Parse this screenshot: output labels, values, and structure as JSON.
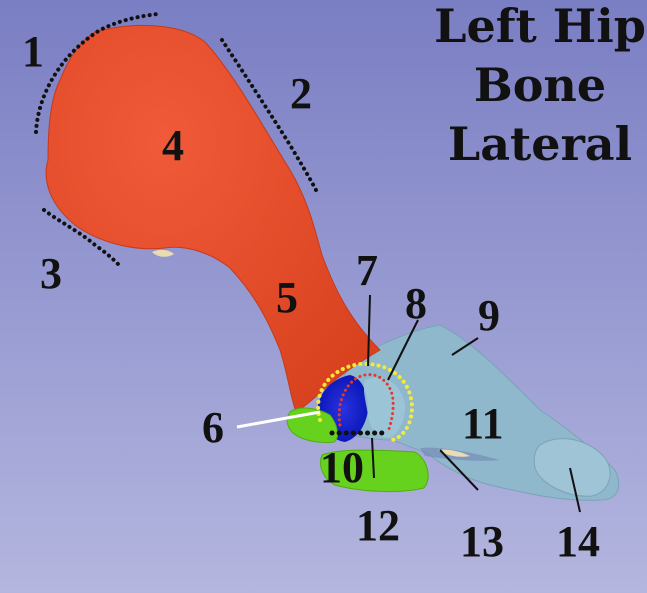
{
  "title": {
    "line1": "Left Hip",
    "line2": "Bone",
    "line3": "Lateral"
  },
  "labels": {
    "n1": "1",
    "n2": "2",
    "n3": "3",
    "n4": "4",
    "n5": "5",
    "n6": "6",
    "n7": "7",
    "n8": "8",
    "n9": "9",
    "n10": "10",
    "n11": "11",
    "n12": "12",
    "n13": "13",
    "n14": "14"
  },
  "colors": {
    "background_top": "#7c80c4",
    "background_bottom": "#b3b5de",
    "ilium": "#e24a2c",
    "ischium_pubis": "#8fb8cc",
    "pubic_ramus": "#66d21d",
    "acetabular_fossa": "#0a18cc",
    "acetabulum_rim_dots": "#f4ea3a",
    "lunate_surface_dots": "#e03a2e",
    "dotted_borders": "#111111",
    "pointer_line": "#ffffff"
  },
  "icons": {
    "diagram": "left-hip-bone-lateral-view"
  }
}
